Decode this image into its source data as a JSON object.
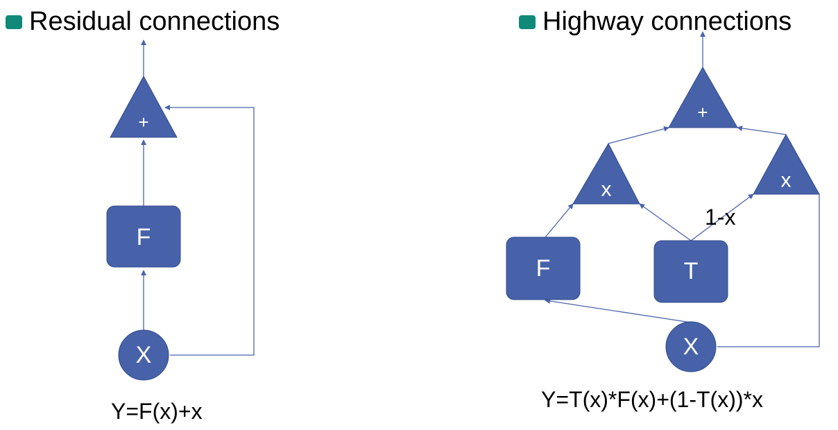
{
  "colors": {
    "node_fill": "#4762a9",
    "node_stroke": "#2f4a8c",
    "arrow": "#4a63ad",
    "bullet": "#0f8a78"
  },
  "residual": {
    "title": "Residual connections",
    "sum_label": "+",
    "f_label": "F",
    "x_label": "X",
    "formula": "Y=F(x)+x"
  },
  "highway": {
    "title": "Highway connections",
    "sum_label": "+",
    "gate_left_label": "x",
    "gate_right_label": "x",
    "f_label": "F",
    "t_label": "T",
    "x_label": "X",
    "carry_label": "1-x",
    "formula": "Y=T(x)*F(x)+(1-T(x))*x"
  }
}
